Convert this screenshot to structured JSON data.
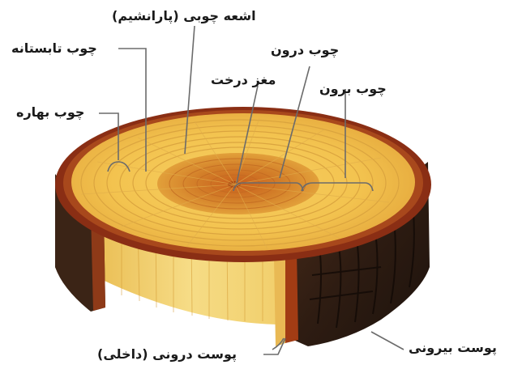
{
  "labels": {
    "medullary_ray": "اشعه چوبی (پارانشیم)",
    "summer_wood": "چوب تابستانه",
    "heartwood": "چوب درون",
    "pith": "مغز درخت",
    "sapwood": "چوب برون",
    "spring_wood": "چوب بهاره",
    "inner_bark": "پوست درونی (داخلی)",
    "outer_bark": "پوست بیرونی"
  },
  "colors": {
    "bark_dark": "#3a2416",
    "bark_red": "#8a2e14",
    "sapwood": "#f2c24e",
    "heartwood": "#d68a2a",
    "pith": "#c0581b",
    "side_wood": "#f0cf70",
    "leader": "#6b6b6b"
  }
}
